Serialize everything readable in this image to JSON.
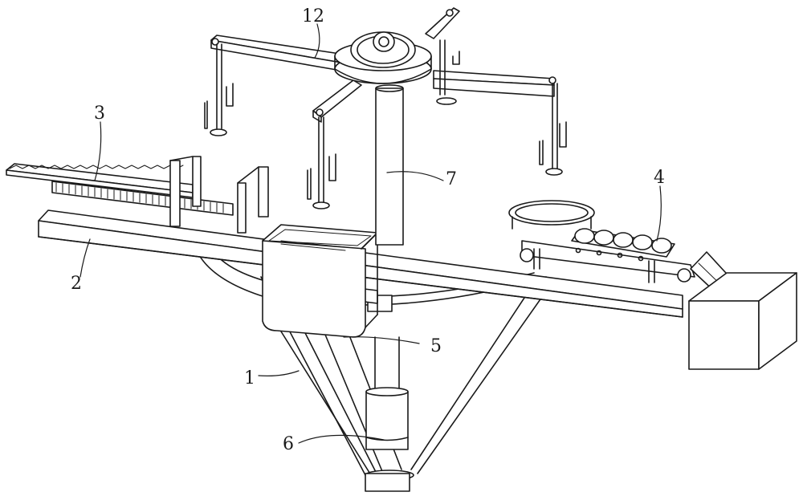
{
  "figure": {
    "reference_numerals": {
      "base_frame": "1",
      "platform": "2",
      "screw_feeder": "3",
      "roller_conveyor": "4",
      "hopper": "5",
      "lower_sleeve": "6",
      "central_column": "7",
      "rotary_head": "12"
    }
  }
}
